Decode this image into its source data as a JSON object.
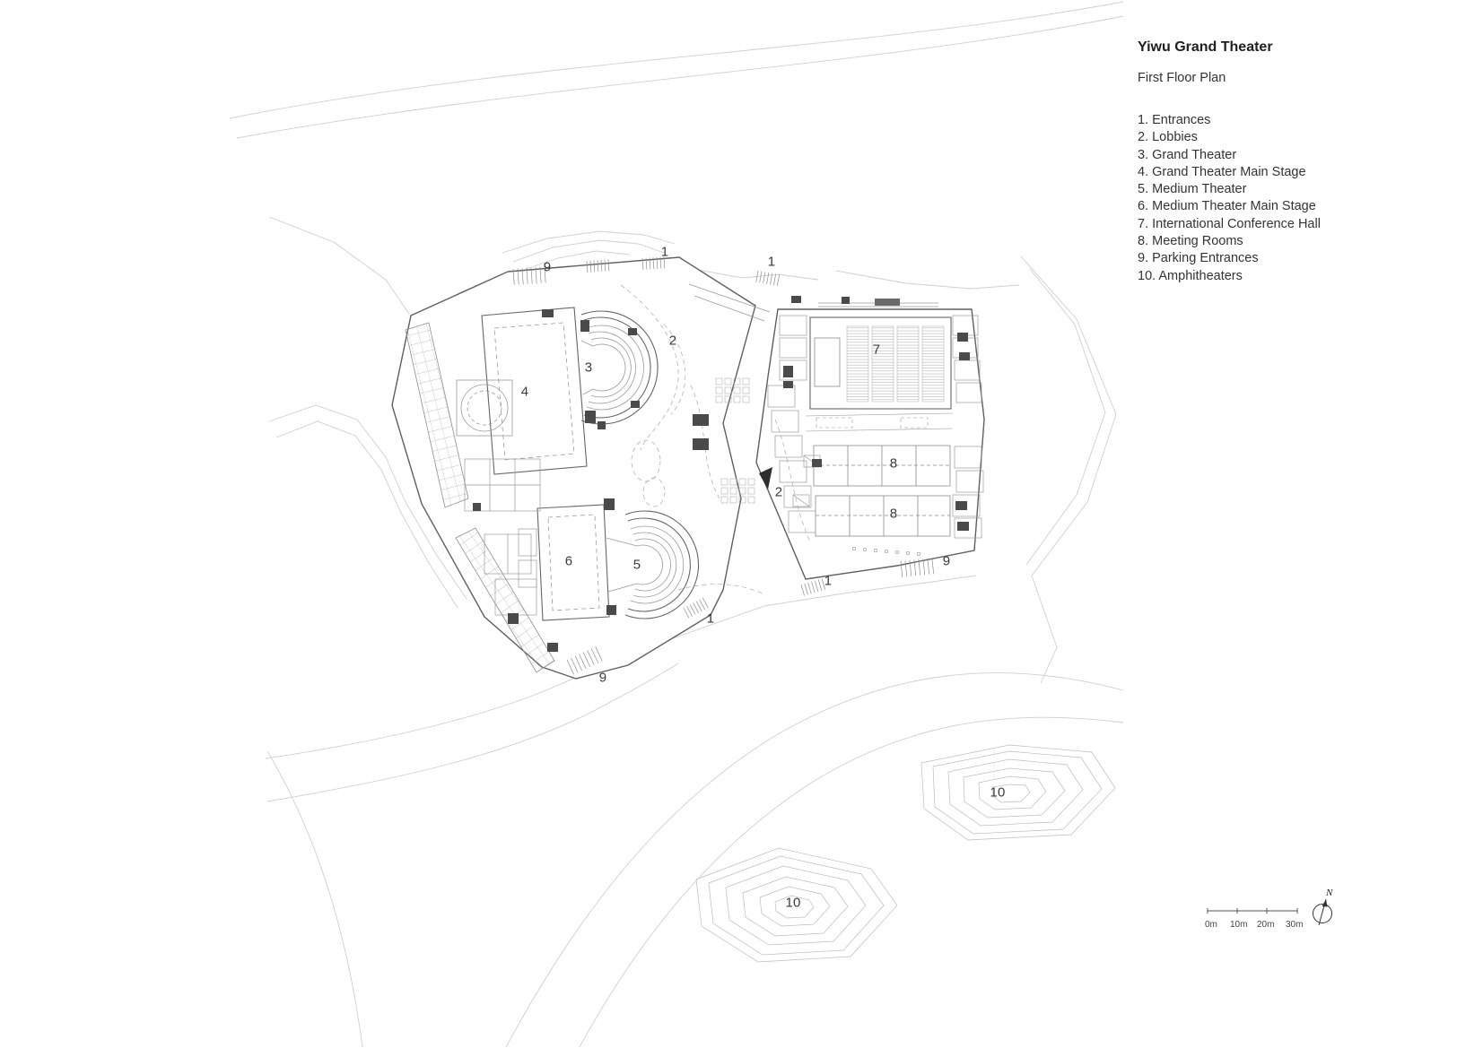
{
  "title": "Yiwu Grand Theater",
  "subtitle": "First Floor Plan",
  "legend": [
    "1. Entrances",
    "2. Lobbies",
    "3. Grand Theater",
    "4. Grand Theater Main Stage",
    "5. Medium Theater",
    "6. Medium Theater Main Stage",
    "7. International Conference Hall",
    "8. Meeting Rooms",
    "9. Parking Entrances",
    "10. Amphitheaters"
  ],
  "plan_labels": [
    "9",
    "1",
    "1",
    "2",
    "3",
    "7",
    "4",
    "2",
    "8",
    "8",
    "6",
    "5",
    "9",
    "1",
    "1",
    "9",
    "10",
    "10"
  ],
  "scale_bar": {
    "labels": [
      "0m",
      "10m",
      "20m",
      "30m"
    ]
  },
  "north_label": "N"
}
